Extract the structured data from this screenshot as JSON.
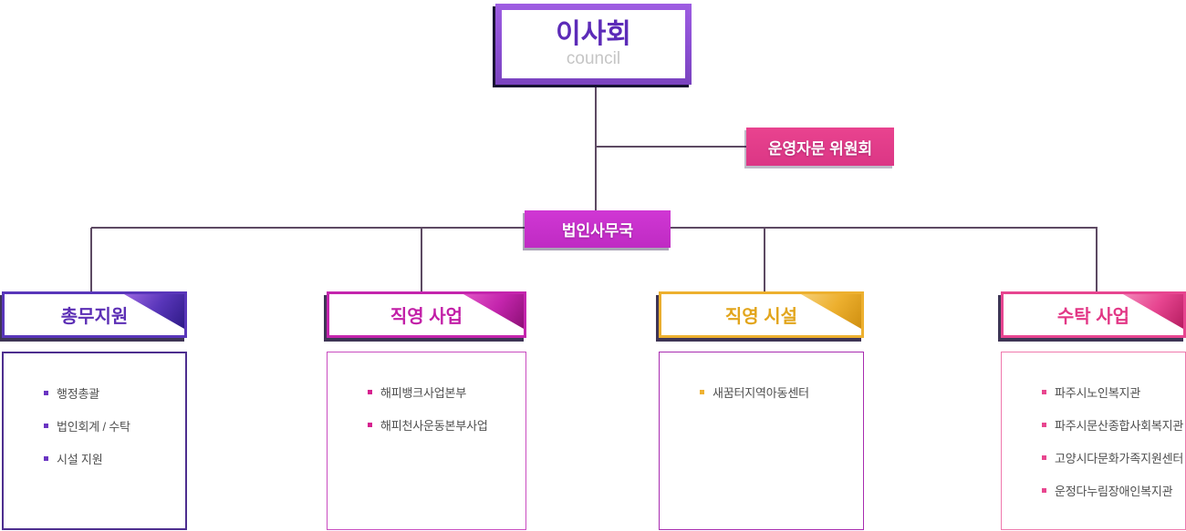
{
  "root": {
    "title": "이사회",
    "subtitle": "council"
  },
  "advisory": {
    "label": "운영자문 위원회",
    "bg_color": "#e9438f"
  },
  "office": {
    "label": "법인사무국",
    "bg_color": "#cc33cc"
  },
  "connector_color": "#5d4a63",
  "root_colors": {
    "border": "#8a4ed2",
    "title_text": "#5c2bb8",
    "subtitle_text": "#c5c5c5",
    "shadow": "#171032"
  },
  "branches": [
    {
      "id": "general-affairs",
      "title": "총무지원",
      "items": [
        "행정총괄",
        "법인회계 / 수탁",
        "시설 지원"
      ],
      "colors": {
        "accent": "#5936ba",
        "title_text": "#5c2fb5",
        "fold_light": "#9a66e0",
        "fold_dark": "#2e1a86",
        "list_border": "#4d2e8f",
        "bullet": "#6a35c2"
      }
    },
    {
      "id": "direct-programs",
      "title": "직영 사업",
      "items": [
        "해피뱅크사업본부",
        "해피천사운동본부사업"
      ],
      "colors": {
        "accent": "#c425ad",
        "title_text": "#c21fa7",
        "fold_light": "#e055c5",
        "fold_dark": "#8c1075",
        "list_border": "#c94cc0",
        "bullet": "#d6218f"
      }
    },
    {
      "id": "direct-facilities",
      "title": "직영 시설",
      "items": [
        "새꿈터지역아동센터"
      ],
      "colors": {
        "accent": "#edb02f",
        "title_text": "#e2a51c",
        "fold_light": "#f5cf76",
        "fold_dark": "#cf8f10",
        "list_border": "#a82bb0",
        "bullet": "#efb233"
      }
    },
    {
      "id": "entrusted-programs",
      "title": "수탁 사업",
      "items": [
        "파주시노인복지관",
        "파주시문산종합사회복지관",
        "고양시다문화가족지원센터",
        "운정다누림장애인복지관"
      ],
      "colors": {
        "accent": "#e74590",
        "title_text": "#e23786",
        "fold_light": "#f287b9",
        "fold_dark": "#b51d60",
        "list_border": "#ef79ad",
        "bullet": "#e8468f"
      }
    }
  ]
}
